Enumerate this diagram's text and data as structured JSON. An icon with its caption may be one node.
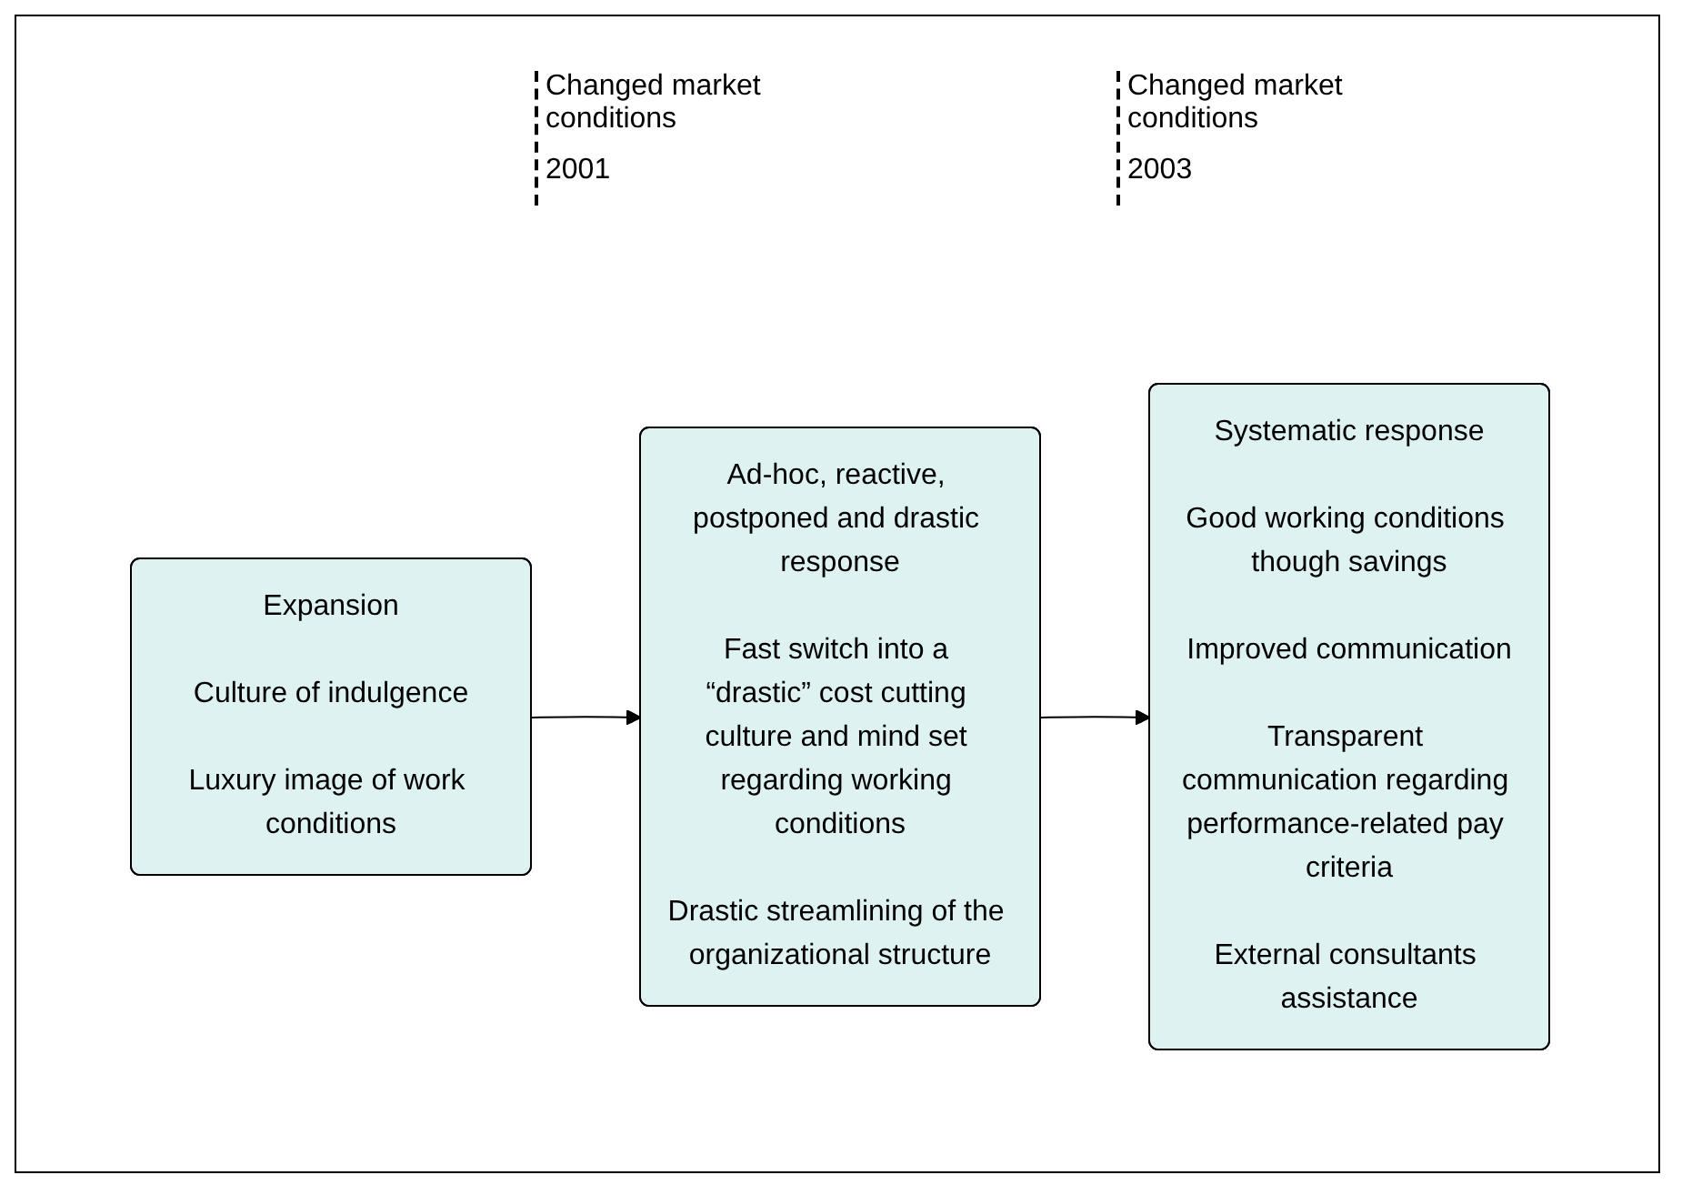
{
  "diagram": {
    "nodes": [
      {
        "text": [
          "Expansion",
          "Culture of indulgence",
          "Luxury image of work conditions"
        ]
      },
      {
        "text": [
          "Ad-hoc, reactive, postponed and drastic response",
          "Fast switch into a “drastic” cost cutting culture and mind set regarding working conditions",
          "Drastic streamlining of the organizational structure"
        ]
      },
      {
        "text": [
          "Systematic response",
          "Good working conditions though savings",
          "Improved communication",
          "Transparent communication regarding performance-related pay criteria",
          "External consultants assistance"
        ]
      }
    ],
    "edges": [
      {
        "from": 0,
        "to": 1,
        "arrow": "to"
      },
      {
        "from": 1,
        "to": 2,
        "arrow": "to"
      }
    ],
    "labels": [
      "Changed market conditions",
      "2001",
      "Changed market conditions",
      "2003"
    ]
  }
}
